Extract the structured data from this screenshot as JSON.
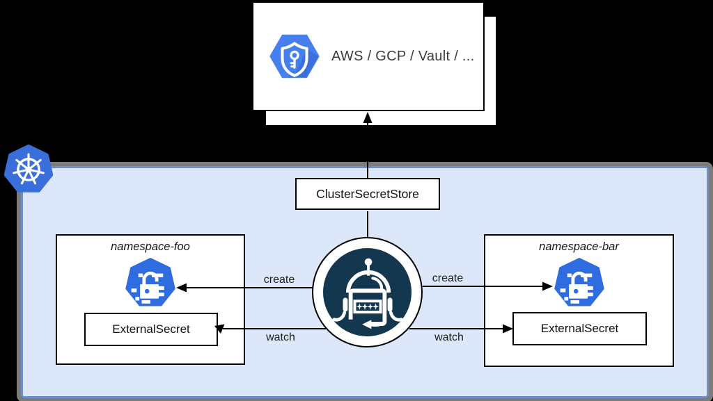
{
  "provider": {
    "label": "AWS / GCP / Vault / ...",
    "icon": "shield-key-hexagon",
    "stacked_boxes": 2
  },
  "cluster": {
    "kubernetes_icon": "kubernetes-helm-wheel",
    "store_label": "ClusterSecretStore",
    "operator": {
      "icon": "external-secrets-operator-robot",
      "password_mask": "****"
    },
    "namespaces": [
      {
        "title": "namespace-foo",
        "secret_icon": "kubernetes-secret-padlock",
        "resource_label": "ExternalSecret"
      },
      {
        "title": "namespace-bar",
        "secret_icon": "kubernetes-secret-padlock",
        "resource_label": "ExternalSecret"
      }
    ],
    "edges": [
      {
        "label": "create",
        "from": "operator",
        "to": "namespace-foo-secret-icon",
        "direction": "left"
      },
      {
        "label": "watch",
        "from": "operator",
        "to": "namespace-foo-external-secret",
        "direction": "left"
      },
      {
        "label": "create",
        "from": "operator",
        "to": "namespace-bar-secret-icon",
        "direction": "right"
      },
      {
        "label": "watch",
        "from": "operator",
        "to": "namespace-bar-external-secret",
        "direction": "right"
      }
    ],
    "store_to_provider_edge": {
      "direction": "up"
    }
  },
  "colors": {
    "background": "#000000",
    "cluster_fill": "#dce7f9",
    "cluster_border": "#6e8ec8",
    "cluster_outline_gray": "#7c7c7c",
    "kubernetes_blue": "#3a6edb",
    "provider_icon_blue": "#4680ee",
    "secret_icon_blue": "#2f6ce0",
    "operator_navy": "#12374e",
    "box_border": "#000000",
    "box_fill": "#ffffff"
  }
}
